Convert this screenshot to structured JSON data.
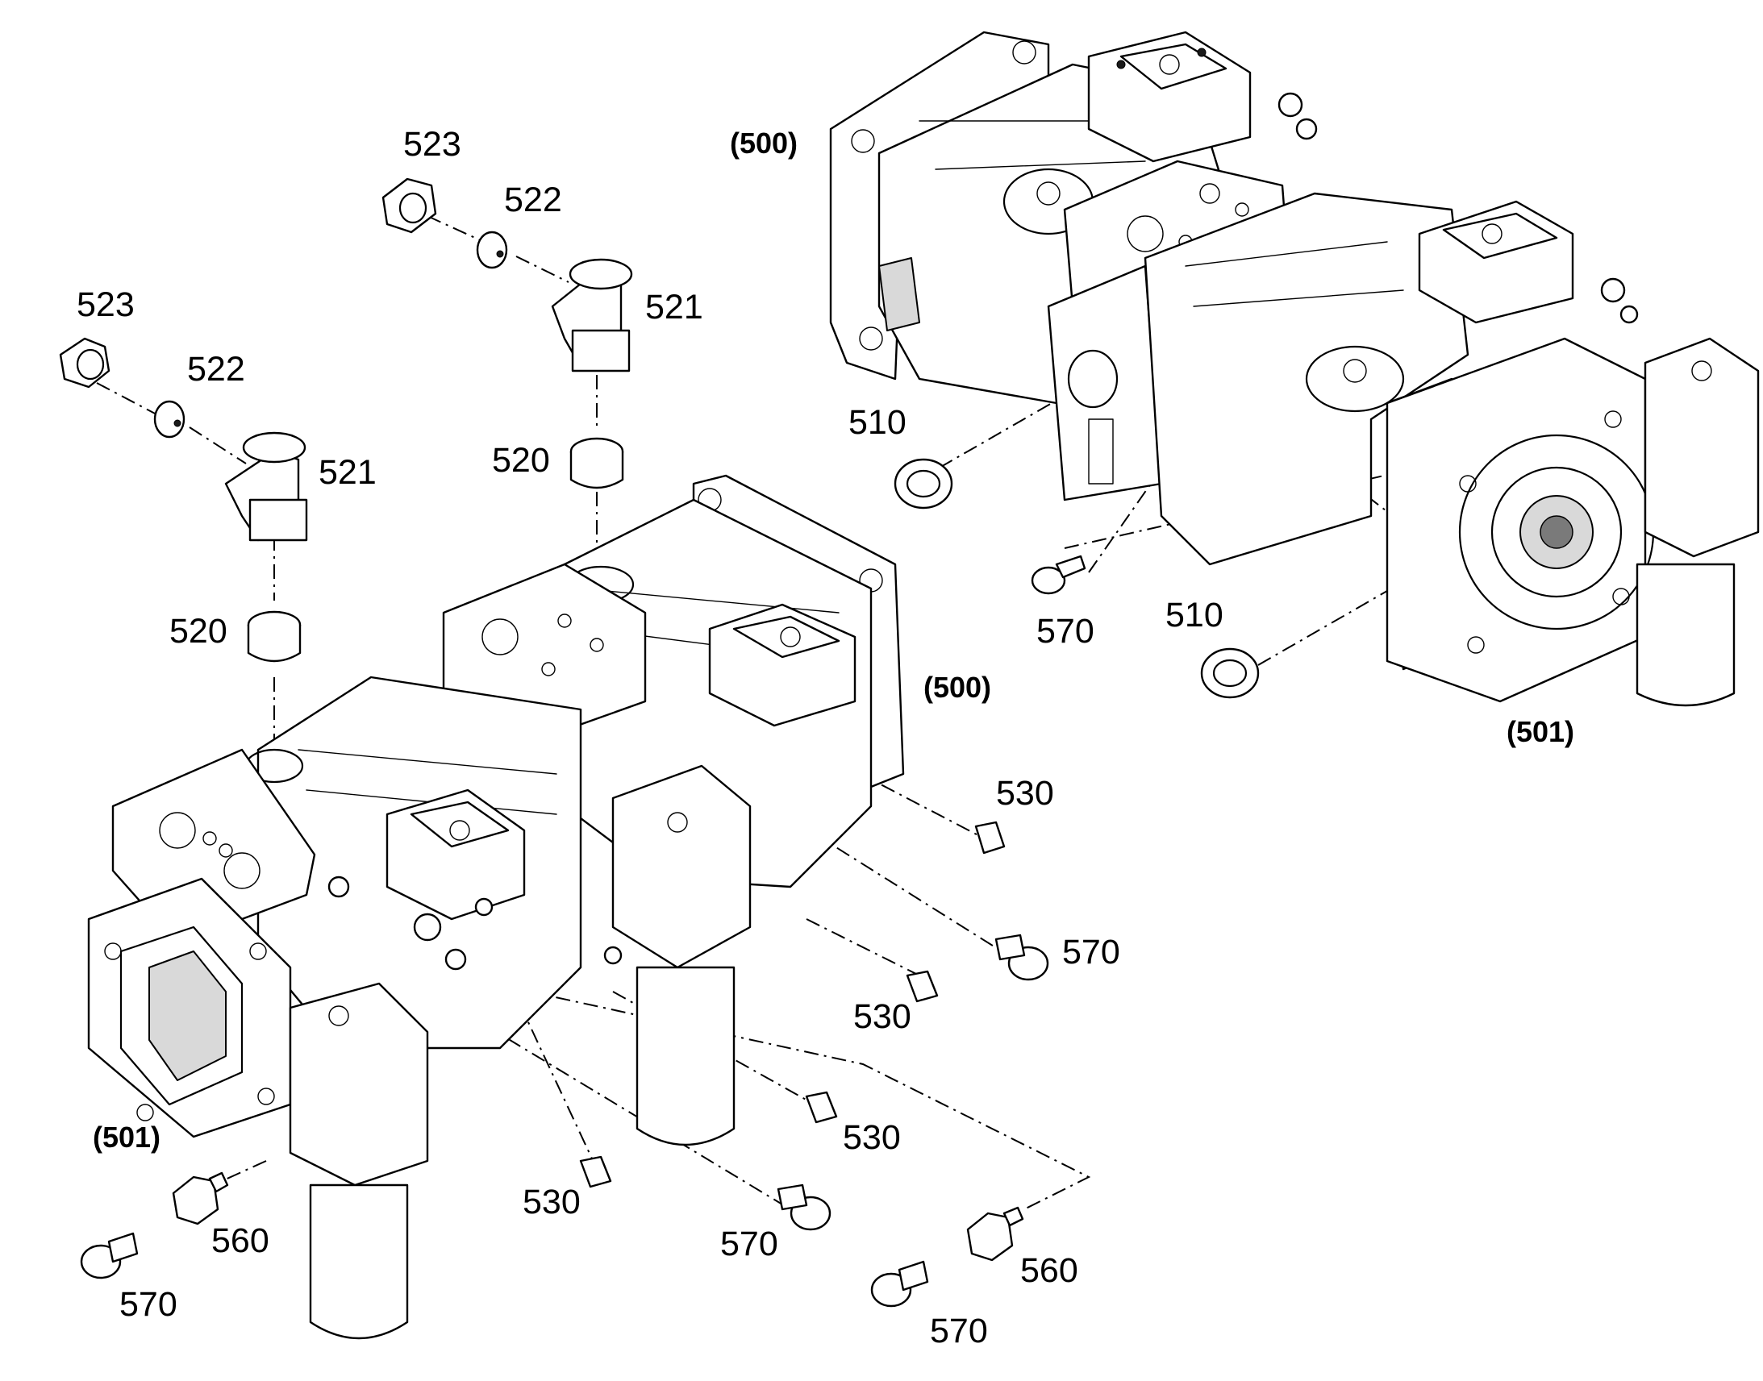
{
  "callouts": {
    "c523_a": "523",
    "c522_a": "522",
    "c521_a": "521",
    "c520_a": "520",
    "c523_b": "523",
    "c522_b": "522",
    "c521_b": "521",
    "c520_b": "520",
    "c500_front": "(500)",
    "c501_front": "(501)",
    "c530_a": "530",
    "c530_b": "530",
    "c530_c": "530",
    "c530_d": "530",
    "c570_a": "570",
    "c570_b": "570",
    "c570_c": "570",
    "c570_d": "570",
    "c560_a": "560",
    "c560_b": "560",
    "c500_back": "(500)",
    "c501_back": "(501)",
    "c510_a": "510",
    "c510_b": "510",
    "c570_e": "570"
  },
  "colors": {
    "line": "#000000",
    "background": "#ffffff",
    "shade": "#d9d9d9"
  }
}
